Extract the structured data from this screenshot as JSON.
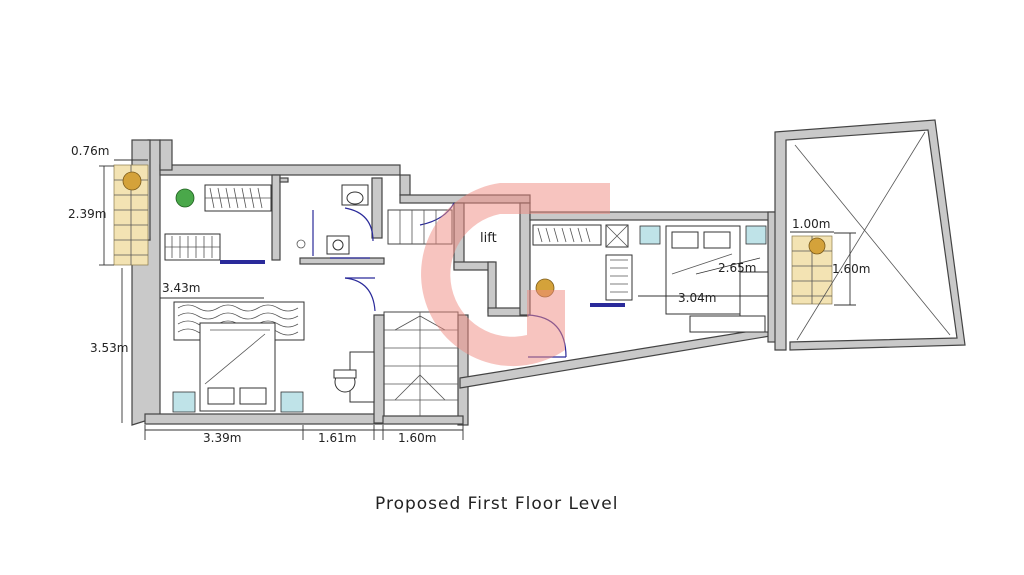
{
  "drawing": {
    "caption": "Proposed First Floor Level",
    "room_labels": {
      "lift": "lift"
    },
    "dimensions": {
      "terrace_left_width": "0.76m",
      "terrace_left_length": "2.39m",
      "bedroom_left_width": "3.43m",
      "left_wall_length": "3.53m",
      "bottom_left": "3.39m",
      "bottom_middle": "1.61m",
      "bottom_stair": "1.60m",
      "bedroom_right_depth": "2.65m",
      "bedroom_right_width": "3.04m",
      "terrace_right_width": "1.00m",
      "terrace_right_length": "1.60m"
    },
    "watermark_color": "#f08a80"
  }
}
